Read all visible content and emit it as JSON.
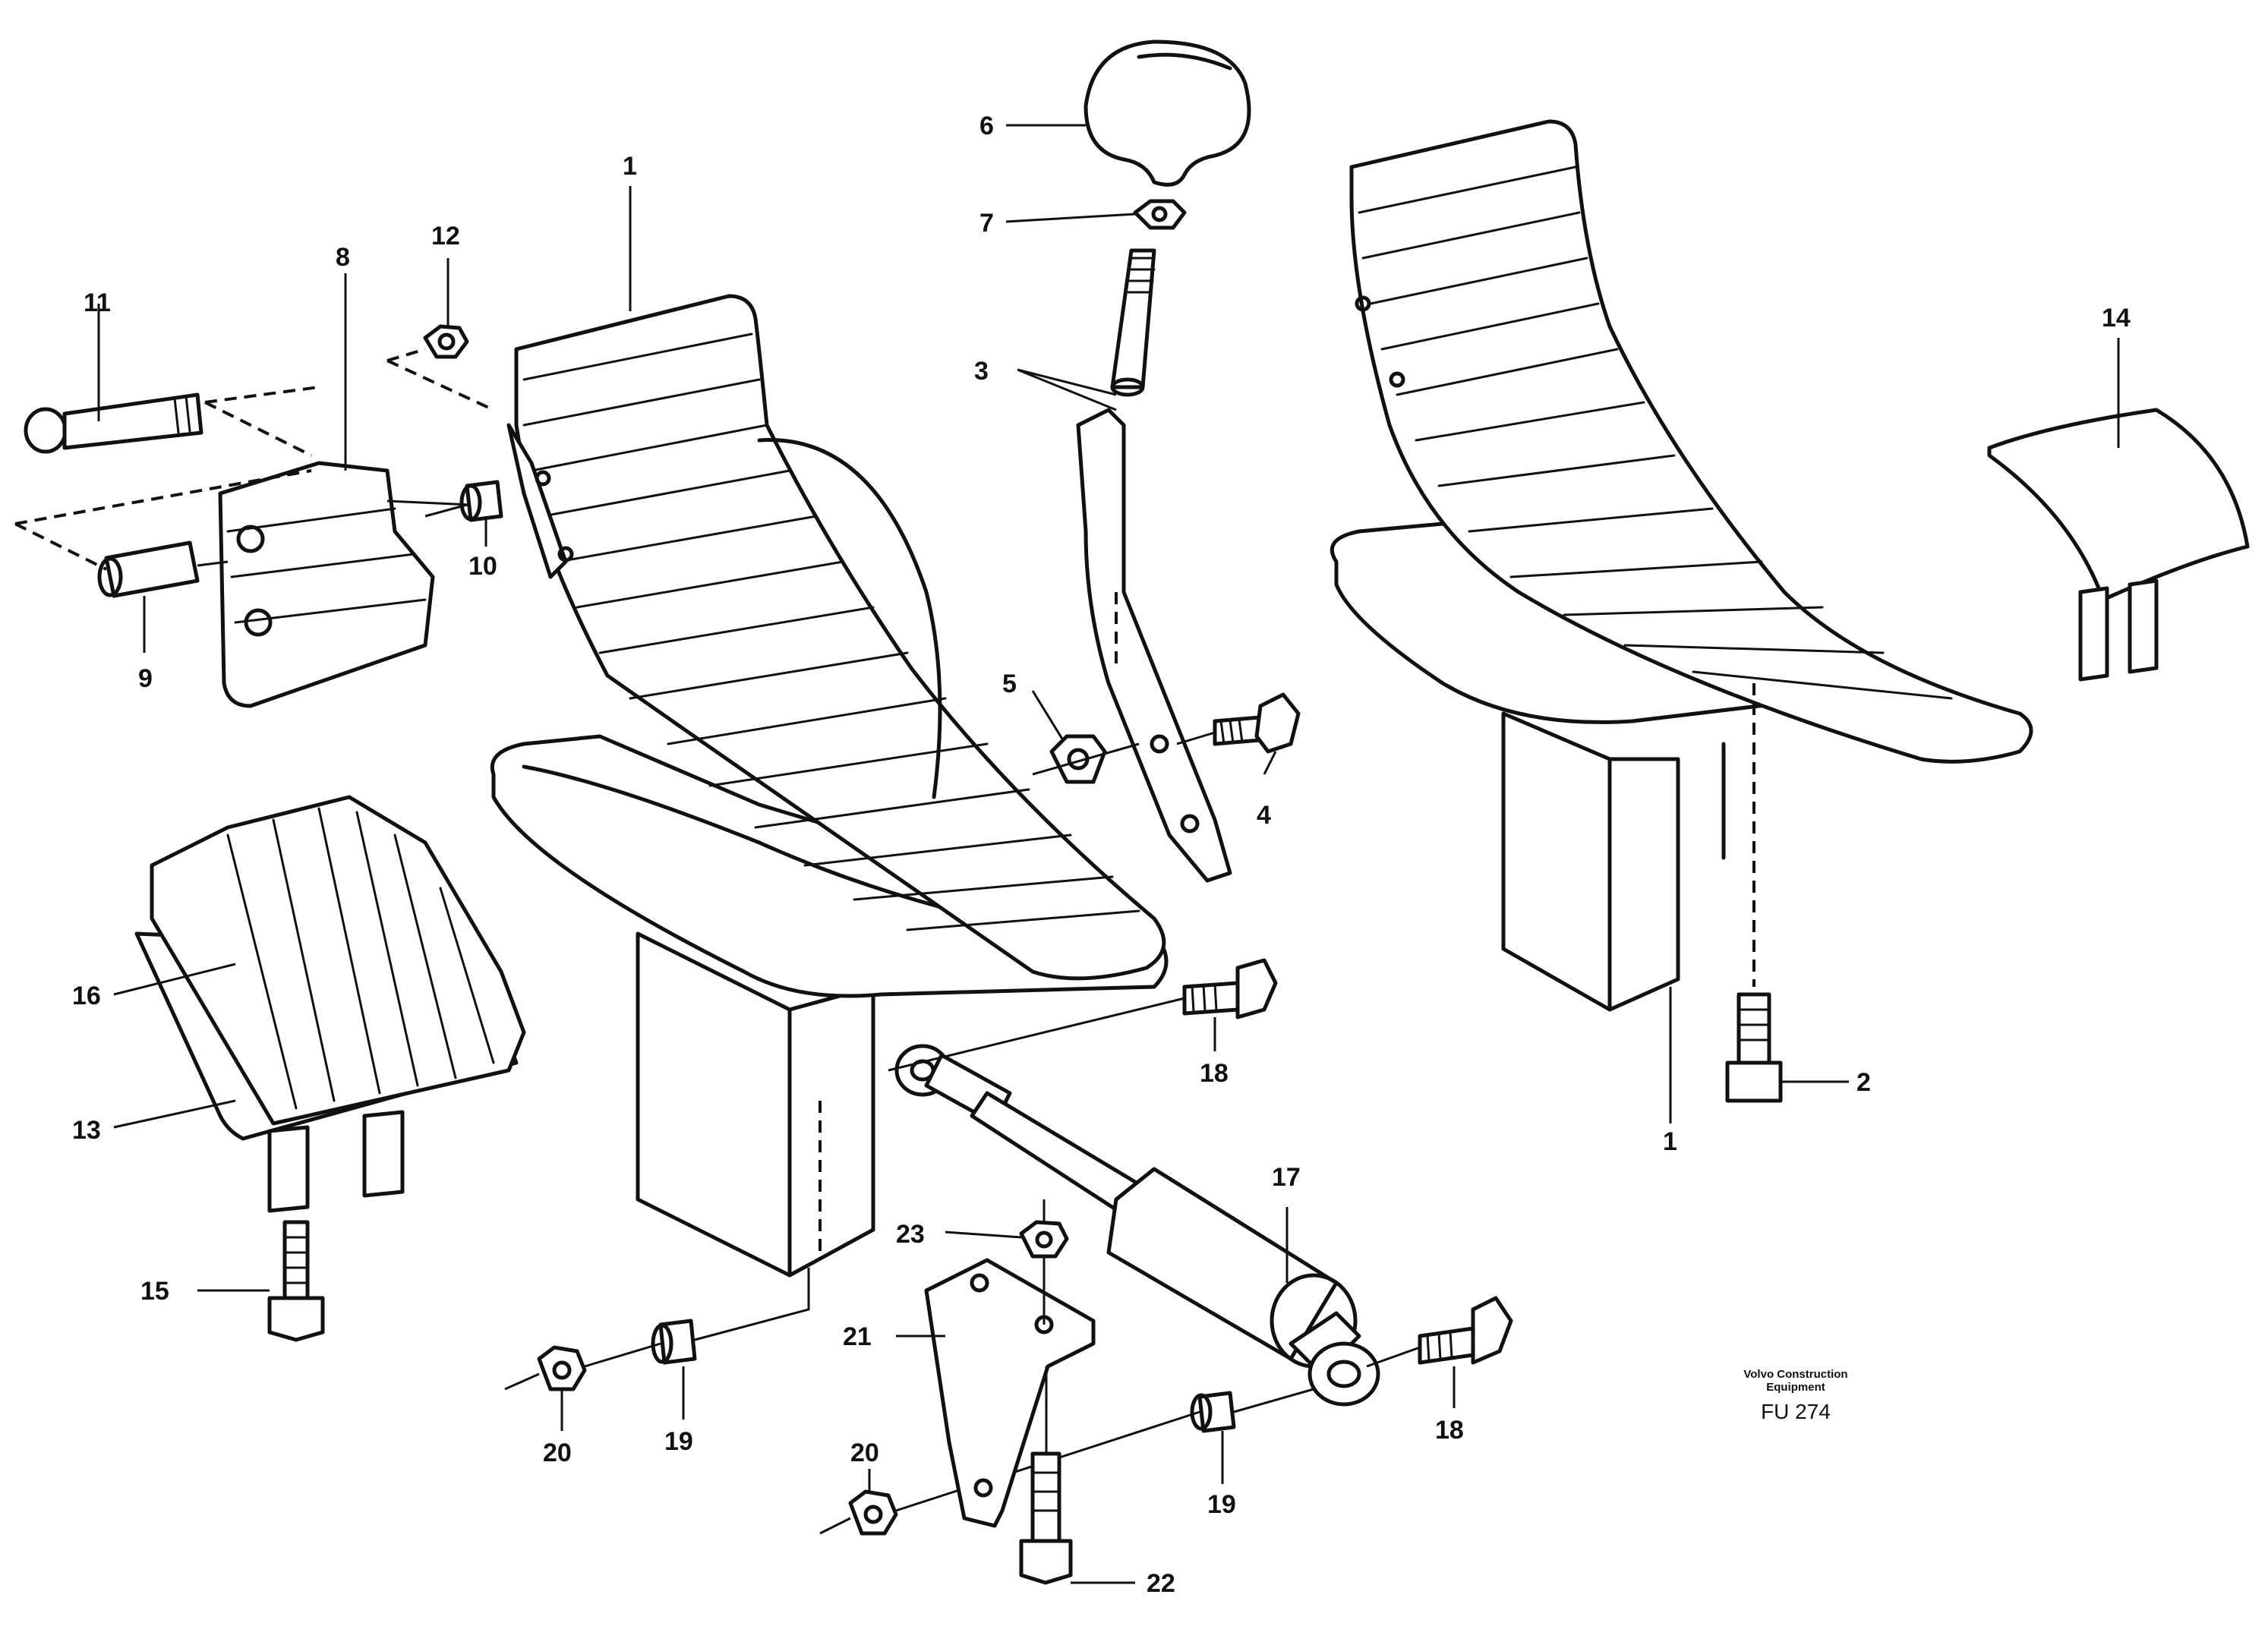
{
  "callouts": [
    {
      "id": "c1a",
      "text": "1"
    },
    {
      "id": "c1b",
      "text": "1"
    },
    {
      "id": "c2",
      "text": "2"
    },
    {
      "id": "c3",
      "text": "3"
    },
    {
      "id": "c4",
      "text": "4"
    },
    {
      "id": "c5",
      "text": "5"
    },
    {
      "id": "c6",
      "text": "6"
    },
    {
      "id": "c7",
      "text": "7"
    },
    {
      "id": "c8",
      "text": "8"
    },
    {
      "id": "c9",
      "text": "9"
    },
    {
      "id": "c10",
      "text": "10"
    },
    {
      "id": "c11",
      "text": "11"
    },
    {
      "id": "c12",
      "text": "12"
    },
    {
      "id": "c13",
      "text": "13"
    },
    {
      "id": "c14",
      "text": "14"
    },
    {
      "id": "c15",
      "text": "15"
    },
    {
      "id": "c16",
      "text": "16"
    },
    {
      "id": "c17",
      "text": "17"
    },
    {
      "id": "c18a",
      "text": "18"
    },
    {
      "id": "c18b",
      "text": "18"
    },
    {
      "id": "c19a",
      "text": "19"
    },
    {
      "id": "c19b",
      "text": "19"
    },
    {
      "id": "c20a",
      "text": "20"
    },
    {
      "id": "c20b",
      "text": "20"
    },
    {
      "id": "c21",
      "text": "21"
    },
    {
      "id": "c22",
      "text": "22"
    },
    {
      "id": "c23",
      "text": "23"
    }
  ],
  "stamp": {
    "org_line1": "Volvo Construction",
    "org_line2": "Equipment",
    "code": "FU 274"
  }
}
